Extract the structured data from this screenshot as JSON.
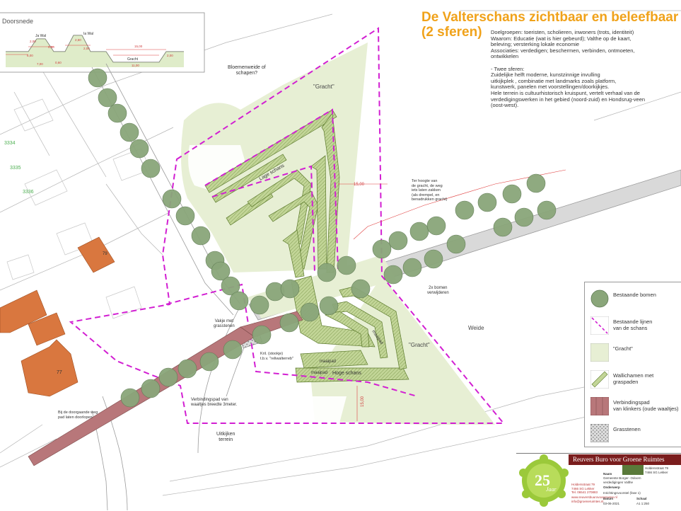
{
  "title": {
    "line1": "De Valterschans zichtbaar en beleefbaar",
    "line2": "(2 sferen)"
  },
  "notes": [
    "Doelgroepen: toeristen, scholieren, inwoners (trots, identiteit)",
    "Waarom: Educatie (wat is hier gebeurd); Valthe op de kaart,",
    "          beleving; versterking lokale economie",
    "Associaties: verdedigen; beschermen, verbinden, ontmoeten,",
    "          ontwikkelen",
    "",
    "- Twee sferen:",
    "Zuidelijke helft moderne, kunstzinnige invulling",
    "uitkijkplek , combinatie met landmarks zoals platform,",
    "kunstwerk, panelen met voorstellingen/doorkijkjes.",
    "Hele terrein is cultuurhistorisch kruispunt, vertelt verhaal van de",
    "verdedigingswerken in het gebied (noord-zuid) en Hondsrug-veen",
    "(oost-west)."
  ],
  "section": {
    "title": "Doorsnede",
    "labels": [
      "Ja Wal",
      "Ia Wal",
      "Gracht"
    ],
    "dims": [
      "2,00",
      "2,50",
      "6,00",
      "7,00",
      "0,50",
      "2,00",
      "0,60",
      "15,00",
      "11,00",
      "2,00"
    ]
  },
  "plan_labels": {
    "bloemenweide": [
      "Bloemenweide of",
      "schapen?"
    ],
    "gracht_north": "\"Gracht\"",
    "gracht_south": "\"Gracht\"",
    "weide": "Weide",
    "uitkijken": [
      "Uitkijken",
      "terrein"
    ],
    "ter_hoogte": [
      "Ter hoogte van",
      "de gracht, de weg",
      "iets laten zakken",
      "(als drempel, en",
      "benadrukken gracht)"
    ],
    "bomen": [
      "2x bomen",
      "verwijderen"
    ],
    "vakje": [
      "Vakje met",
      "grasstenen"
    ],
    "kunst": [
      "Kril. (stookje)",
      "t.b.v. \"reliwalterreb\""
    ],
    "verbindingspad": [
      "Verbindingspad van",
      "waaltjes breedte 3meter."
    ],
    "doorgaande": [
      "Bij de doorgaande weg",
      "pad laten doorlopen"
    ],
    "lage_schans": "Lage schans",
    "hoge_schans": "Hoge schans",
    "maaipad": "maaipad",
    "dim_15": "15,00",
    "dim_1500": "15,00",
    "house_no": "77",
    "house_no2": "79",
    "plot1": "3334",
    "plot2": "3335",
    "plot3": "3336"
  },
  "legend": [
    {
      "label": [
        "Bestaande bomen"
      ],
      "icon": "tree-icon"
    },
    {
      "label": [
        "Bestaande lijnen",
        "van de schans"
      ],
      "icon": "dashed-line-icon"
    },
    {
      "label": [
        "\"Gracht\""
      ],
      "icon": "gracht-swatch-icon"
    },
    {
      "label": [
        "Wallichamen met",
        "graspaden"
      ],
      "icon": "wall-swatch-icon"
    },
    {
      "label": [
        "Verbindingspad",
        "van klinkers (oude waaltjes)"
      ],
      "icon": "path-swatch-icon"
    },
    {
      "label": [
        "Grasstenen"
      ],
      "icon": "grass-stone-icon"
    }
  ],
  "titleblock": {
    "firm_name": "Reuvers Buro voor Groene Ruimtes",
    "address": [
      "Holdersstraat 79",
      "7466 SG Lekker",
      "Tel. 06541 270883"
    ],
    "contact": [
      "www.reuversbuurovoorgroene.nl",
      "info@groeneruimtes.nl"
    ],
    "client_label": "Naam",
    "client": [
      "Gemeente Borger- Odoorn",
      "verdedigingen Valthe"
    ],
    "subject_label": "Onderwerp",
    "subject": "Inrichtingsvoorstel (fase 1)",
    "date_label": "Datum",
    "date": "03-06-2021",
    "format_label": "Schaal",
    "format": "A1   1:250",
    "logo_text": "25",
    "logo_sub": "Jaar"
  },
  "colors": {
    "gracht": "#e7efd4",
    "wall": "#c2d597",
    "wall_line": "#5c7a2c",
    "tree": "#8aa67a",
    "tree_stroke": "#5f7a54",
    "dash": "#d21fd2",
    "house": "#d9773f",
    "path": "#b8777a",
    "road": "#d9d9d9",
    "title": "#f0a21a"
  }
}
